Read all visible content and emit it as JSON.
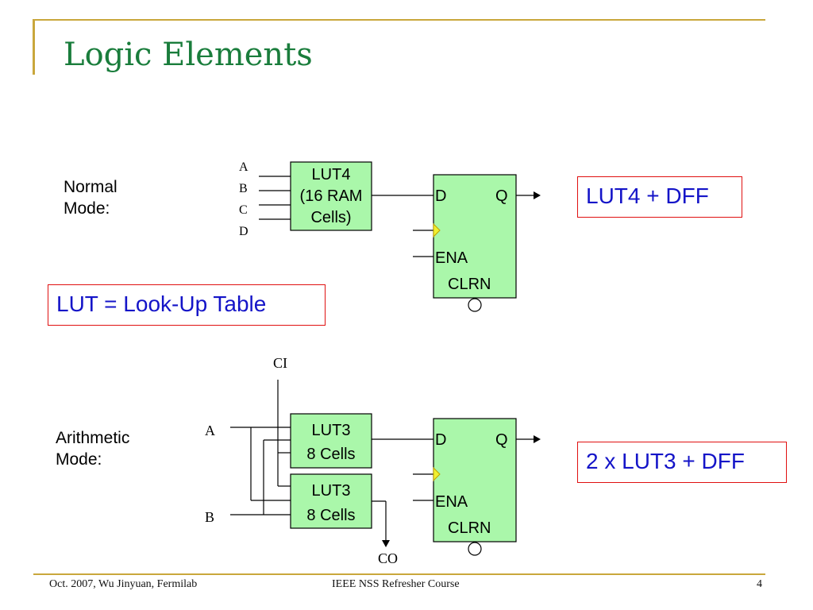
{
  "slide": {
    "title": "Logic Elements",
    "footer": {
      "left": "Oct. 2007, Wu Jinyuan, Fermilab",
      "center": "IEEE NSS Refresher Course",
      "page": "4"
    }
  },
  "colors": {
    "title": "#1a7d3c",
    "rule": "#c9a73c",
    "box_fill": "#aaf7aa",
    "callout_border": "#e01010",
    "callout_text": "#1414c8",
    "clock_marker": "#f0f030"
  },
  "normal_mode": {
    "label_line1": "Normal",
    "label_line2": "Mode:",
    "inputs": [
      "A",
      "B",
      "C",
      "D"
    ],
    "lut_line1": "LUT4",
    "lut_line2": "(16 RAM",
    "lut_line3": "Cells)",
    "dff_d": "D",
    "dff_q": "Q",
    "dff_ena": "ENA",
    "dff_clrn": "CLRN",
    "callout": "LUT4 + DFF"
  },
  "lut_definition": "LUT = Look-Up Table",
  "arithmetic_mode": {
    "label_line1": "Arithmetic",
    "label_line2": "Mode:",
    "carry_in": "CI",
    "carry_out": "CO",
    "input_a": "A",
    "input_b": "B",
    "lut_upper_line1": "LUT3",
    "lut_upper_line2": "8 Cells",
    "lut_lower_line1": "LUT3",
    "lut_lower_line2": "8 Cells",
    "dff_d": "D",
    "dff_q": "Q",
    "dff_ena": "ENA",
    "dff_clrn": "CLRN",
    "callout": "2 x LUT3 + DFF"
  }
}
